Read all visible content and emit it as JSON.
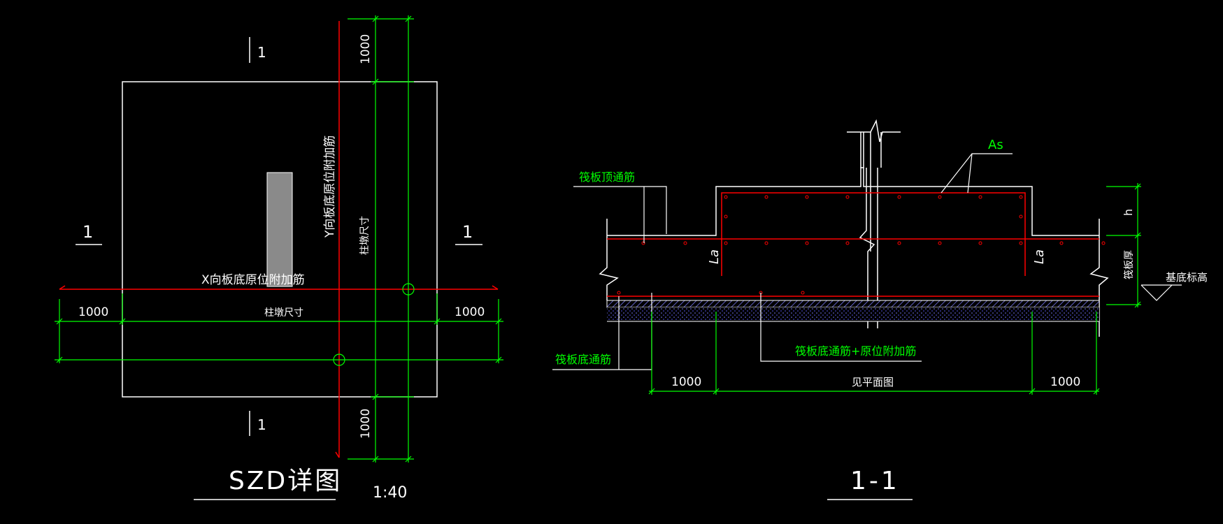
{
  "plan": {
    "section_mark": "1",
    "y_rebar_label": "Y向板底原位附加筋",
    "x_rebar_label": "X向板底原位附加筋",
    "column_size_x": "柱墩尺寸",
    "column_size_y": "柱墩尺寸",
    "dim_left": "1000",
    "dim_right": "1000",
    "dim_top": "1000",
    "dim_bottom": "1000",
    "title": "SZD详图",
    "scale": "1:40"
  },
  "section": {
    "as_label": "As",
    "top_rebar_label": "筏板顶通筋",
    "bottom_rebar_label": "筏板底通筋",
    "bottom_add_label": "筏板底通筋+原位附加筋",
    "la_left": "La",
    "la_right": "La",
    "h_label": "h",
    "thickness_label": "筏板厚",
    "elevation_label": "基底标高",
    "dim_left": "1000",
    "dim_mid": "见平面图",
    "dim_right": "1000",
    "title": "1-1"
  },
  "colors": {
    "background": "#000000",
    "outline": "#ffffff",
    "dimension": "#00ff00",
    "rebar": "#ff0000",
    "hatch": "#3333cc",
    "column": "#8a8a8a"
  }
}
